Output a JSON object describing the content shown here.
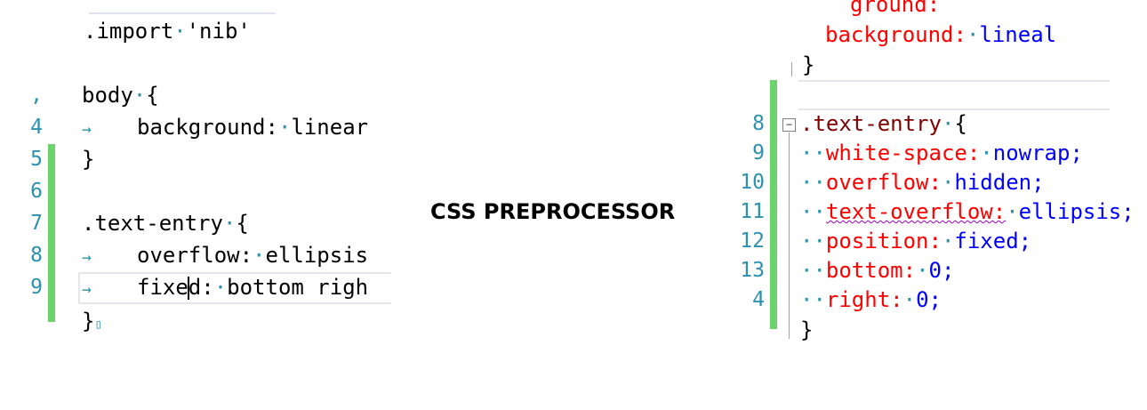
{
  "title": "CSS PREPROCESSOR",
  "left": {
    "lines": [
      {
        "num": "",
        "kind": "import",
        "text_kw": "import",
        "text_val": "'nib'"
      },
      {
        "num": ",",
        "kind": "sel",
        "selector": "body",
        "brace": "{"
      },
      {
        "num": "4",
        "kind": "decl",
        "prop": "background:",
        "value": "linear"
      },
      {
        "num": "5",
        "kind": "close",
        "text": "}"
      },
      {
        "num": "6",
        "kind": "blank"
      },
      {
        "num": "7",
        "kind": "sel",
        "selector": ".text-entry",
        "brace": "{"
      },
      {
        "num": "8",
        "kind": "decl",
        "prop": "overflow:",
        "value": "ellipsis"
      },
      {
        "num": "9",
        "kind": "decl-caret",
        "prop_a": "fixe",
        "prop_b": "d:",
        "value": "bottom righ"
      },
      {
        "num": "",
        "kind": "close",
        "text": "}"
      }
    ],
    "colors": {
      "line_number": "#2b91af",
      "change_bar": "#6dd36d"
    }
  },
  "right": {
    "top_lines": [
      {
        "prop": "ground:"
      },
      {
        "prop": "background:",
        "value": "lineal"
      },
      {
        "text": "}"
      }
    ],
    "lines": [
      {
        "num": "8",
        "selector": ".text-entry",
        "brace": "{"
      },
      {
        "num": "9",
        "prop": "white-space:",
        "value": "nowrap;"
      },
      {
        "num": "10",
        "prop": "overflow:",
        "value": "hidden;"
      },
      {
        "num": "11",
        "prop": "text-overflow:",
        "value": "ellipsis;",
        "squiggle": true
      },
      {
        "num": "12",
        "prop": "position:",
        "value": "fixed;"
      },
      {
        "num": "13",
        "prop": "bottom:",
        "value": "0;"
      },
      {
        "num": "4",
        "prop": "right:",
        "value": "0;"
      },
      {
        "num": "",
        "close": "}"
      }
    ],
    "colors": {
      "property": "#ff0000",
      "value": "#0000ff",
      "selector": "#800000"
    }
  }
}
